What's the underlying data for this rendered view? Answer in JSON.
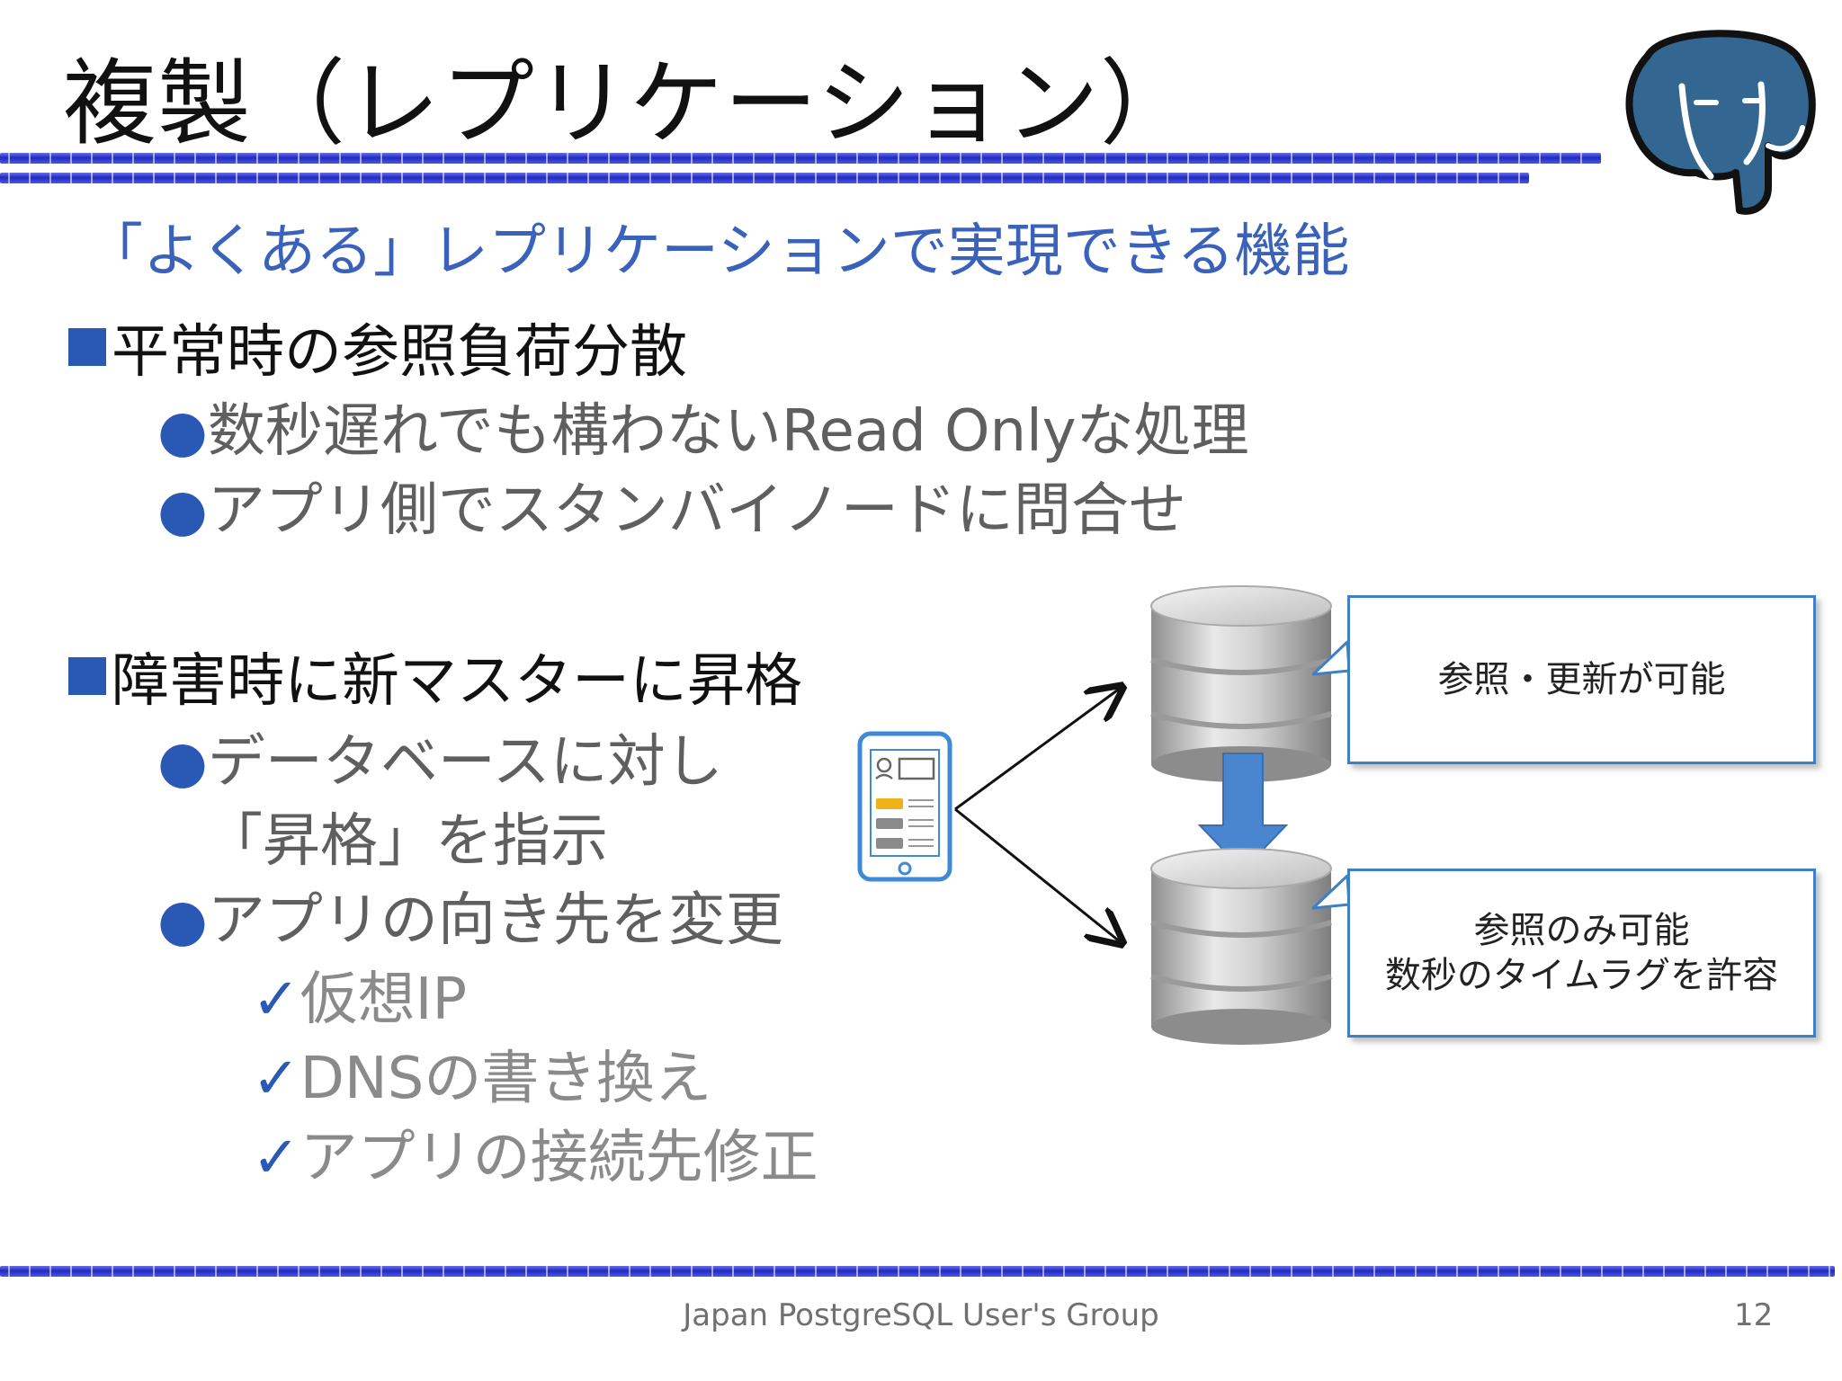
{
  "slide": {
    "title": "複製（レプリケーション）",
    "subtitle": "「よくある」レプリケーションで実現できる機能",
    "sections": [
      {
        "heading": "平常時の参照負荷分散",
        "bullets": [
          "数秒遅れでも構わないRead Onlyな処理",
          "アプリ側でスタンバイノードに問合せ"
        ]
      },
      {
        "heading": "障害時に新マスターに昇格",
        "bullets": [
          "データベースに対し",
          "「昇格」を指示",
          "アプリの向き先を変更"
        ],
        "checks": [
          "仮想IP",
          "DNSの書き換え",
          "アプリの接続先修正"
        ]
      }
    ],
    "callouts": {
      "primary": "参照・更新が可能",
      "standby_line1": "参照のみ可能",
      "standby_line2": "数秒のタイムラグを許容"
    },
    "footer": "Japan PostgreSQL User's Group",
    "page_number": "12"
  },
  "icons": [
    "postgresql-elephant-logo-icon",
    "tablet-app-icon",
    "database-cylinder-icon",
    "down-arrow-icon"
  ],
  "colors": {
    "accent": "#2a59b5",
    "subtitle": "#3a62bb",
    "callout_border": "#3f7fc6",
    "rule": "#1f2bc4",
    "logo_blue": "#336791"
  }
}
